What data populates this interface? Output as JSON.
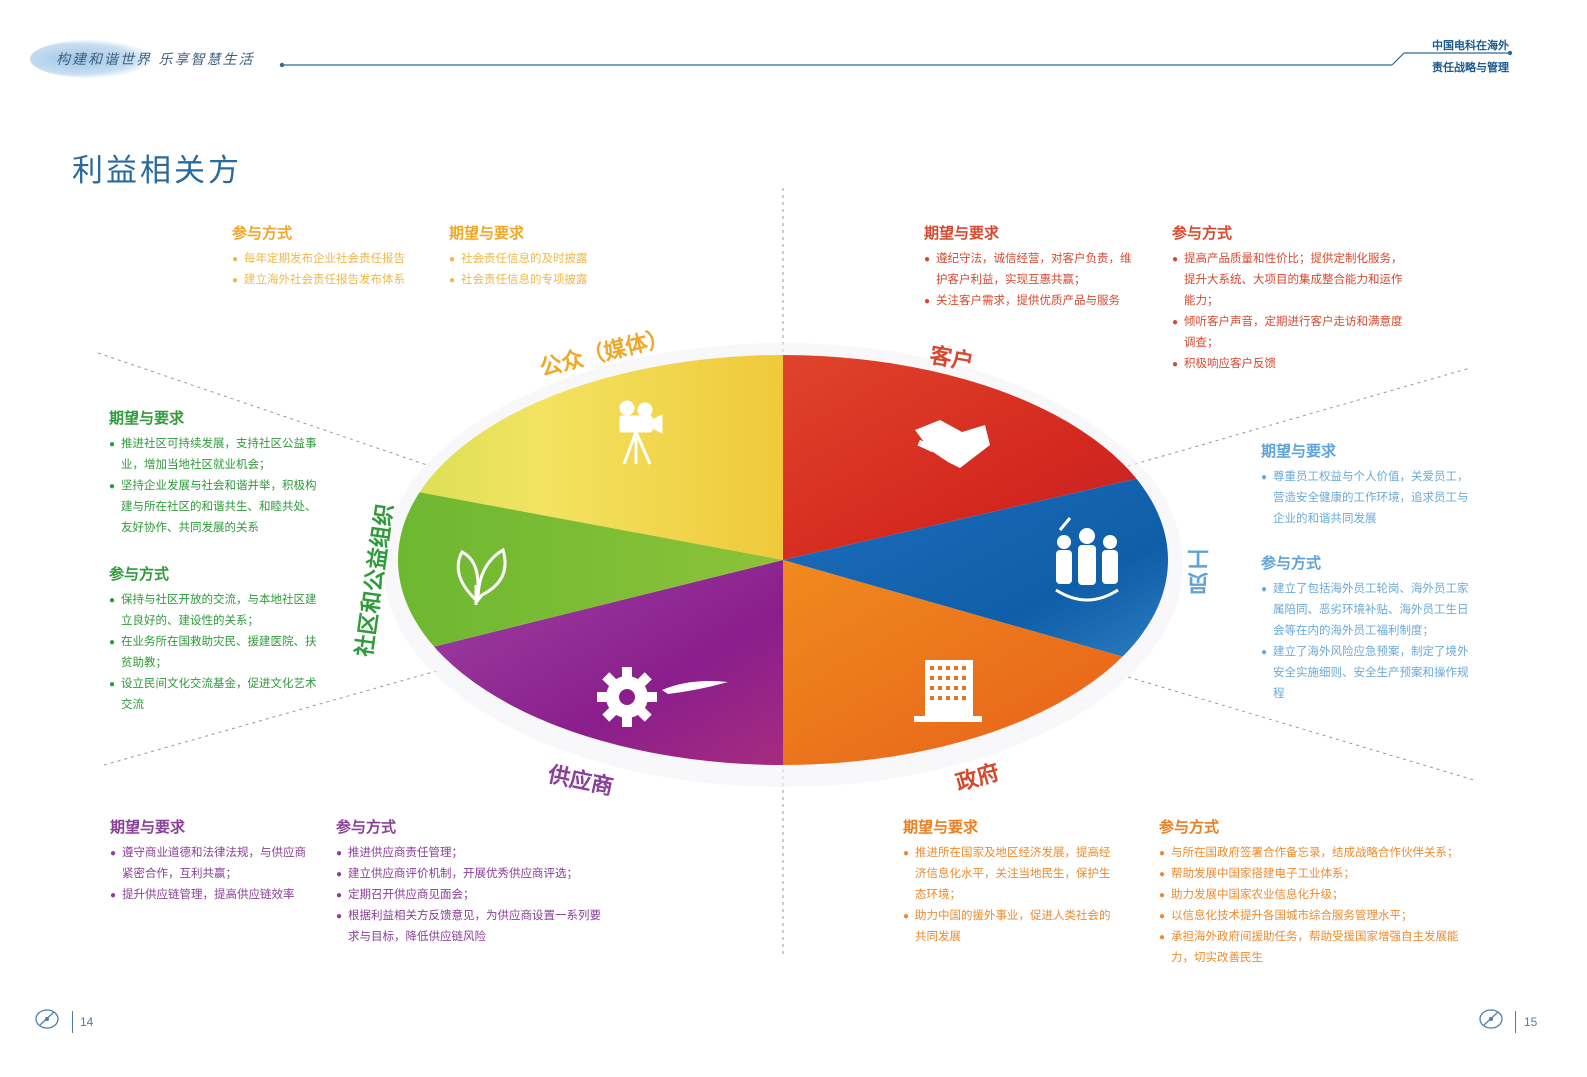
{
  "header": {
    "slogan": "构建和谐世界  乐享智慧生活",
    "right_line1": "中国电科在海外",
    "right_line2": "责任战略与管理"
  },
  "page_title": "利益相关方",
  "segments": {
    "public": "公众（媒体）",
    "customer": "客户",
    "employee": "员工",
    "government": "政府",
    "supplier": "供应商",
    "community": "社区和公益组织"
  },
  "public_participation": {
    "heading": "参与方式",
    "items": [
      "每年定期发布企业社会责任报告",
      "建立海外社会责任报告发布体系"
    ]
  },
  "public_expectation": {
    "heading": "期望与要求",
    "items": [
      "社会责任信息的及时披露",
      "社会责任信息的专项披露"
    ]
  },
  "customer_expectation": {
    "heading": "期望与要求",
    "items": [
      "遵纪守法，诚信经营，对客户负责，维护客户利益，实现互惠共赢；",
      "关注客户需求，提供优质产品与服务"
    ]
  },
  "customer_participation": {
    "heading": "参与方式",
    "items": [
      "提高产品质量和性价比；提供定制化服务，提升大系统、大项目的集成整合能力和运作能力；",
      "倾听客户声音，定期进行客户走访和满意度调查；",
      "积极响应客户反馈"
    ]
  },
  "employee_expectation": {
    "heading": "期望与要求",
    "items": [
      "尊重员工权益与个人价值，关爱员工，营造安全健康的工作环境，追求员工与企业的和谐共同发展"
    ]
  },
  "employee_participation": {
    "heading": "参与方式",
    "items": [
      "建立了包括海外员工轮岗、海外员工家属陪同、恶劣环境补贴、海外员工生日会等在内的海外员工福利制度；",
      "建立了海外风险应急预案，制定了境外安全实施细则、安全生产预案和操作规程"
    ]
  },
  "community_expectation": {
    "heading": "期望与要求",
    "items": [
      "推进社区可持续发展，支持社区公益事业，增加当地社区就业机会；",
      "坚持企业发展与社会和谐并举，积极构建与所在社区的和谐共生、和睦共处、友好协作、共同发展的关系"
    ]
  },
  "community_participation": {
    "heading": "参与方式",
    "items": [
      "保持与社区开放的交流，与本地社区建立良好的、建设性的关系；",
      "在业务所在国救助灾民、援建医院、扶贫助教；",
      "设立民间文化交流基金，促进文化艺术交流"
    ]
  },
  "supplier_expectation": {
    "heading": "期望与要求",
    "items": [
      "遵守商业道德和法律法规，与供应商紧密合作，互利共赢；",
      "提升供应链管理，提高供应链效率"
    ]
  },
  "supplier_participation": {
    "heading": "参与方式",
    "items": [
      "推进供应商责任管理；",
      "建立供应商评价机制，开展优秀供应商评选；",
      "定期召开供应商见面会；",
      "根据利益相关方反馈意见，为供应商设置一系列要求与目标，降低供应链风险"
    ]
  },
  "government_expectation": {
    "heading": "期望与要求",
    "items": [
      "推进所在国家及地区经济发展，提高经济信息化水平，关注当地民生，保护生态环境；",
      "助力中国的援外事业，促进人类社会的共同发展"
    ]
  },
  "government_participation": {
    "heading": "参与方式",
    "items": [
      "与所在国政府签署合作备忘录，结成战略合作伙伴关系；",
      "帮助发展中国家搭建电子工业体系；",
      "助力发展中国家农业信息化升级；",
      "以信息化技术提升各国城市综合服务管理水平；",
      "承担海外政府间援助任务，帮助受援国家增强自主发展能力，切实改善民生"
    ]
  },
  "page_numbers": {
    "left": "14",
    "right": "15"
  },
  "colors": {
    "title_blue": "#2a6a9c",
    "yellow": "#efa72a",
    "red": "#d6492f",
    "blue": "#5fa3d6",
    "green": "#2f9b3a",
    "purple": "#8a3f98",
    "orange": "#ea7e22"
  },
  "icons": {
    "public": "camera-icon",
    "customer": "handshake-icon",
    "employee": "people-icon",
    "government": "building-icon",
    "supplier": "gear-icon",
    "community": "leaf-icon"
  }
}
